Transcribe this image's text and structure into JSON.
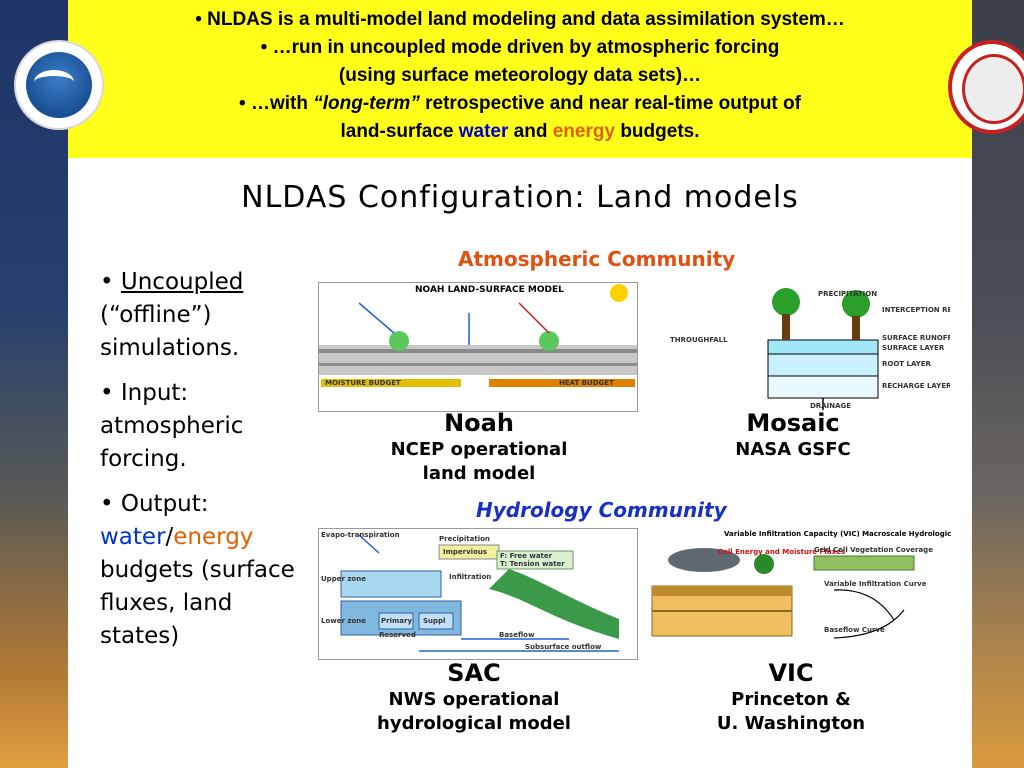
{
  "banner": {
    "line1": "• NLDAS is a multi-model land modeling and data assimilation system…",
    "line2": "• …run in uncoupled mode driven by atmospheric forcing",
    "line3": "(using surface meteorology data sets)…",
    "line4_a": "• …with ",
    "line4_b": "“long-term”",
    "line4_c": " retrospective and near real-time output of",
    "line5_a": "land-surface ",
    "line5_water": "water",
    "line5_and": " and ",
    "line5_energy": "energy",
    "line5_b": " budgets."
  },
  "title": "NLDAS Configuration:  Land models",
  "bullets": {
    "b1_prefix": "• ",
    "b1_u": "Uncoupled",
    "b1_rest": "(“offline”) simulations.",
    "b2": "• Input: atmospheric forcing.",
    "b3_prefix": "• Output: ",
    "b3_water": "water",
    "b3_slash": "/",
    "b3_energy": "energy",
    "b3_rest": " budgets (surface fluxes, land states)"
  },
  "communities": {
    "atmospheric": "Atmospheric Community",
    "hydrology": "Hydrology Community"
  },
  "models": {
    "noah": {
      "name": "Noah",
      "desc1": "NCEP operational",
      "desc2": "land model"
    },
    "mosaic": {
      "name": "Mosaic",
      "desc1": "NASA GSFC"
    },
    "sac": {
      "name": "SAC",
      "desc1": "NWS operational",
      "desc2": "hydrological model"
    },
    "vic": {
      "name": "VIC",
      "desc1": "Princeton &",
      "desc2": "U. Washington"
    }
  },
  "figures": {
    "noah": {
      "heading": "NOAH LAND-SURFACE MODEL",
      "moisture": "MOISTURE BUDGET",
      "heat": "HEAT BUDGET"
    },
    "mosaic": {
      "precip": "PRECIPITATION",
      "surface_runoff": "SURFACE RUNOFF",
      "surface_layer": "SURFACE LAYER",
      "root_layer": "ROOT LAYER",
      "recharge": "RECHARGE LAYER",
      "drainage": "DRAINAGE",
      "throughfall": "THROUGHFALL",
      "interception": "INTERCEPTION RESERVOIR"
    },
    "sac": {
      "evapo": "Evapo-transpiration",
      "precip": "Precipitation",
      "impervious": "Impervious",
      "free": "F: Free water",
      "tension": "T: Tension water",
      "infiltration": "Infiltration",
      "primary": "Primary",
      "suppl": "Suppl",
      "reserved": "Reserved",
      "baseflow": "Baseflow",
      "outflow": "Subsurface outflow",
      "upper": "Upper zone",
      "lower": "Lower zone"
    },
    "vic": {
      "heading": "Variable Infiltration Capacity (VIC) Macroscale Hydrologic Model",
      "fluxes": "Cell Energy and Moisture Fluxes",
      "coverage": "Grid Cell Vegetation Coverage",
      "curve": "Variable Infiltration Curve",
      "baseflow": "Baseflow Curve"
    }
  },
  "colors": {
    "banner_bg": "#ffff1a",
    "water_blue": "#0033cc",
    "energy_orange": "#e06000"
  }
}
